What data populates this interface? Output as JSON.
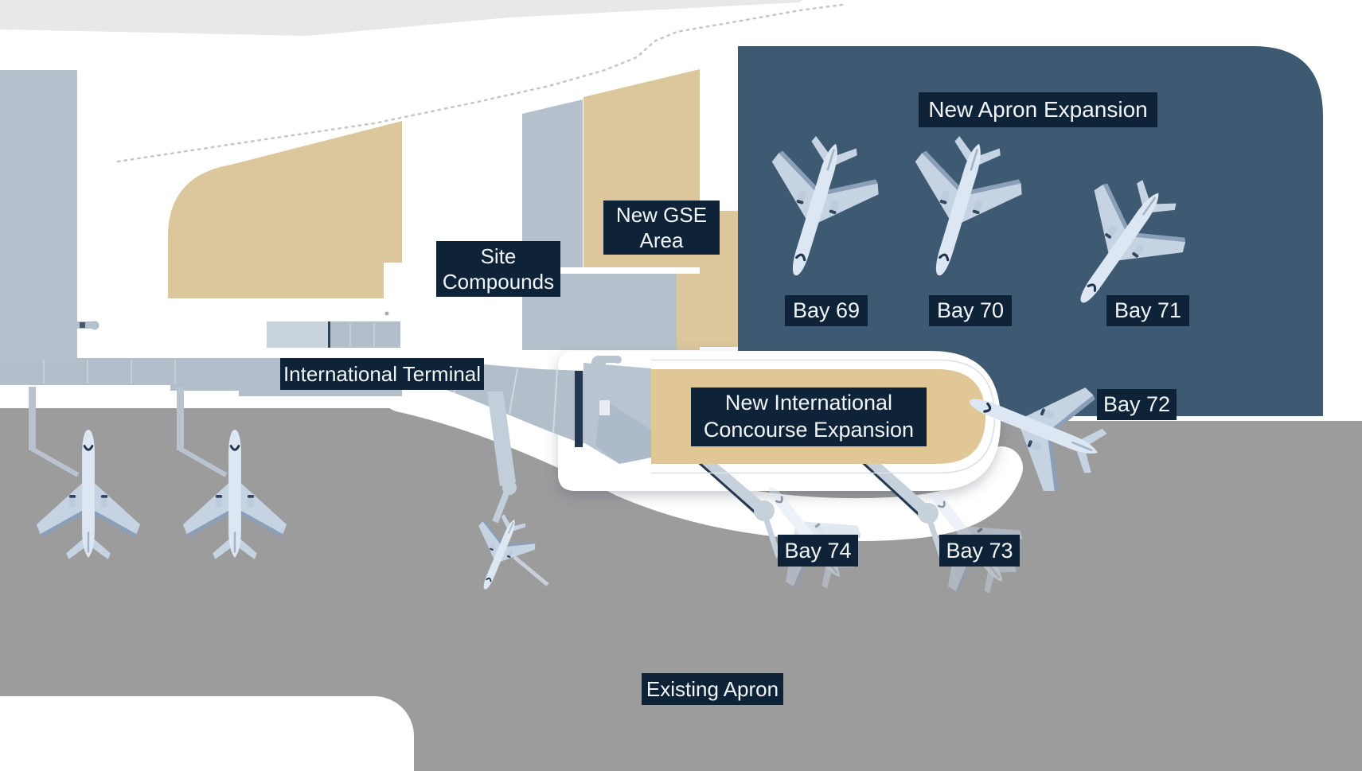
{
  "diagram": {
    "type": "airport-expansion-site-plan",
    "labels": {
      "international_terminal": "International Terminal",
      "site_compounds_line1": "Site",
      "site_compounds_line2": "Compounds",
      "new_gse_line1": "New GSE",
      "new_gse_line2": "Area",
      "new_apron_expansion": "New Apron Expansion",
      "bay_69": "Bay 69",
      "bay_70": "Bay 70",
      "bay_71": "Bay 71",
      "bay_72": "Bay 72",
      "bay_73": "Bay 73",
      "bay_74": "Bay 74",
      "existing_apron": "Existing Apron",
      "concourse_line1": "New International",
      "concourse_line2": "Concourse Expansion"
    },
    "colors": {
      "label_bg": "#0e2238",
      "label_text": "#f2f5f8",
      "apron_expansion_blue": "#3e5a72",
      "existing_apron_gray": "#9c9c9d",
      "construction_tan": "#dcc69b",
      "concourse_tan": "#e1c795",
      "terminal_gray_blue": "#b5c0cd",
      "terminal_band": "#b3becb",
      "top_band_gray": "#e8e8e9",
      "plane_body": "#dde7f3",
      "plane_wing": "#c6d3e3",
      "jet_bridge": "#c7d1dc",
      "dark_edge_navy": "#24384f"
    }
  }
}
